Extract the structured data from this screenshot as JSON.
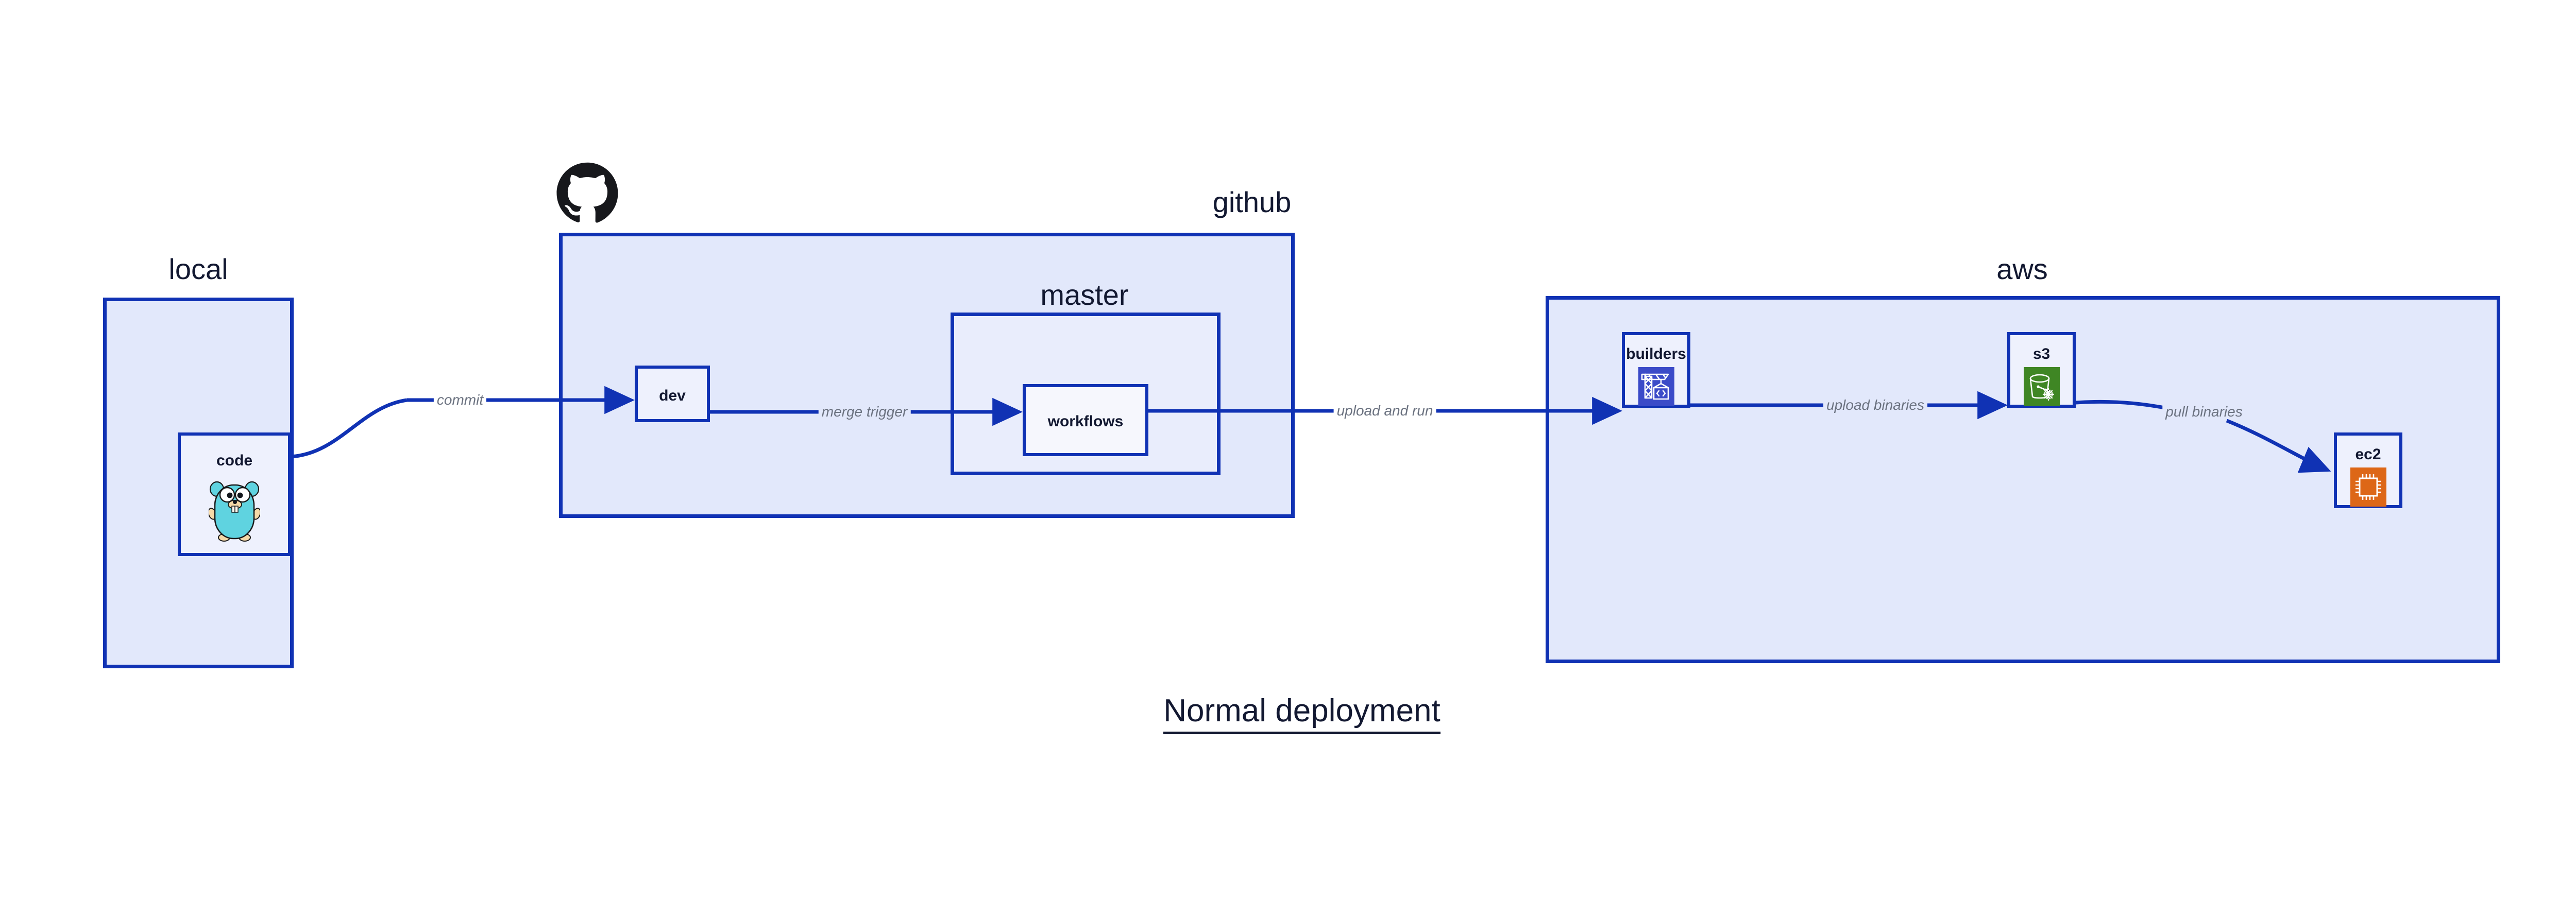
{
  "diagram": {
    "title": "Normal deployment",
    "background_color": "#ffffff",
    "accent_color": "#1032b4",
    "group_fill": "#e2e8fb",
    "node_fill": "#eef1fd",
    "label_color": "#6b7280",
    "text_color": "#121831"
  },
  "groups": [
    {
      "id": "local",
      "title": "local"
    },
    {
      "id": "github",
      "title": "github"
    },
    {
      "id": "master",
      "title": "master"
    },
    {
      "id": "aws",
      "title": "aws"
    }
  ],
  "nodes": [
    {
      "id": "code",
      "label": "code",
      "icon": "go-gopher-icon",
      "group": "local"
    },
    {
      "id": "dev",
      "label": "dev",
      "icon": "none",
      "group": "github"
    },
    {
      "id": "workflows",
      "label": "workflows",
      "icon": "none",
      "group": "master"
    },
    {
      "id": "builders",
      "label": "builders",
      "icon": "aws-codebuild-icon",
      "group": "aws"
    },
    {
      "id": "s3",
      "label": "s3",
      "icon": "aws-s3-glacier-icon",
      "group": "aws"
    },
    {
      "id": "ec2",
      "label": "ec2",
      "icon": "aws-ec2-icon",
      "group": "aws"
    }
  ],
  "edges": [
    {
      "id": "commit",
      "label": "commit",
      "from": "code",
      "to": "dev"
    },
    {
      "id": "merge-trigger",
      "label": "merge trigger",
      "from": "dev",
      "to": "workflows"
    },
    {
      "id": "upload-and-run",
      "label": "upload and run",
      "from": "workflows",
      "to": "builders"
    },
    {
      "id": "upload-binaries",
      "label": "upload binaries",
      "from": "builders",
      "to": "s3"
    },
    {
      "id": "pull-binaries",
      "label": "pull binaries",
      "from": "s3",
      "to": "ec2"
    }
  ],
  "logos": [
    {
      "id": "github-logo",
      "name": "github-octocat-logo",
      "color": "#17181c"
    }
  ],
  "icon_colors": {
    "codebuild_bg": "#3b4bc8",
    "s3_bg": "#3f8624",
    "ec2_bg": "#dd6717",
    "gopher_body": "#5fd3e0",
    "gopher_outline": "#1a1a1a",
    "gopher_muzzle": "#f5d9a8"
  }
}
